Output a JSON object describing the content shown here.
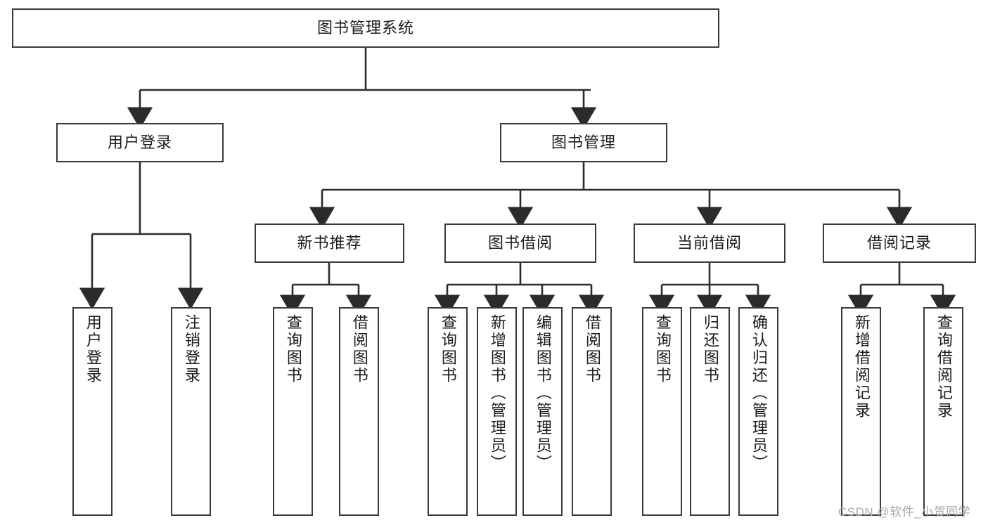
{
  "diagram": {
    "title": "图书管理系统",
    "type": "hierarchy-tree",
    "watermark": "CSDN @软件_小贺同学",
    "colors": {
      "box_border": "#3a3a3a",
      "box_fill": "#ffffff",
      "connector": "#2b2b2b",
      "text": "#1b1b1b",
      "watermark": "#a8a8a8"
    },
    "nodes": {
      "root": {
        "label": "图书管理系统"
      },
      "level1": [
        {
          "id": "user-login",
          "label": "用户登录"
        },
        {
          "id": "book-manage",
          "label": "图书管理"
        }
      ],
      "level2": [
        {
          "id": "new-book-recommend",
          "label": "新书推荐"
        },
        {
          "id": "book-borrow",
          "label": "图书借阅"
        },
        {
          "id": "current-borrow",
          "label": "当前借阅"
        },
        {
          "id": "borrow-record",
          "label": "借阅记录"
        }
      ],
      "leaves": {
        "user-login": [
          {
            "id": "leaf-user-login",
            "label": "用户登录"
          },
          {
            "id": "leaf-logout-login",
            "label": "注销登录"
          }
        ],
        "new-book-recommend": [
          {
            "id": "leaf-query-book-1",
            "label": "查询图书"
          },
          {
            "id": "leaf-borrow-book-1",
            "label": "借阅图书"
          }
        ],
        "book-borrow": [
          {
            "id": "leaf-query-book-2",
            "label": "查询图书"
          },
          {
            "id": "leaf-add-book",
            "label": "新增图书（管理员）"
          },
          {
            "id": "leaf-edit-book",
            "label": "编辑图书（管理员）"
          },
          {
            "id": "leaf-borrow-book-2",
            "label": "借阅图书"
          }
        ],
        "current-borrow": [
          {
            "id": "leaf-query-book-3",
            "label": "查询图书"
          },
          {
            "id": "leaf-return-book",
            "label": "归还图书"
          },
          {
            "id": "leaf-confirm-return",
            "label": "确认归还（管理员）"
          }
        ],
        "borrow-record": [
          {
            "id": "leaf-add-record",
            "label": "新增借阅记录"
          },
          {
            "id": "leaf-query-record",
            "label": "查询借阅记录"
          }
        ]
      }
    }
  }
}
